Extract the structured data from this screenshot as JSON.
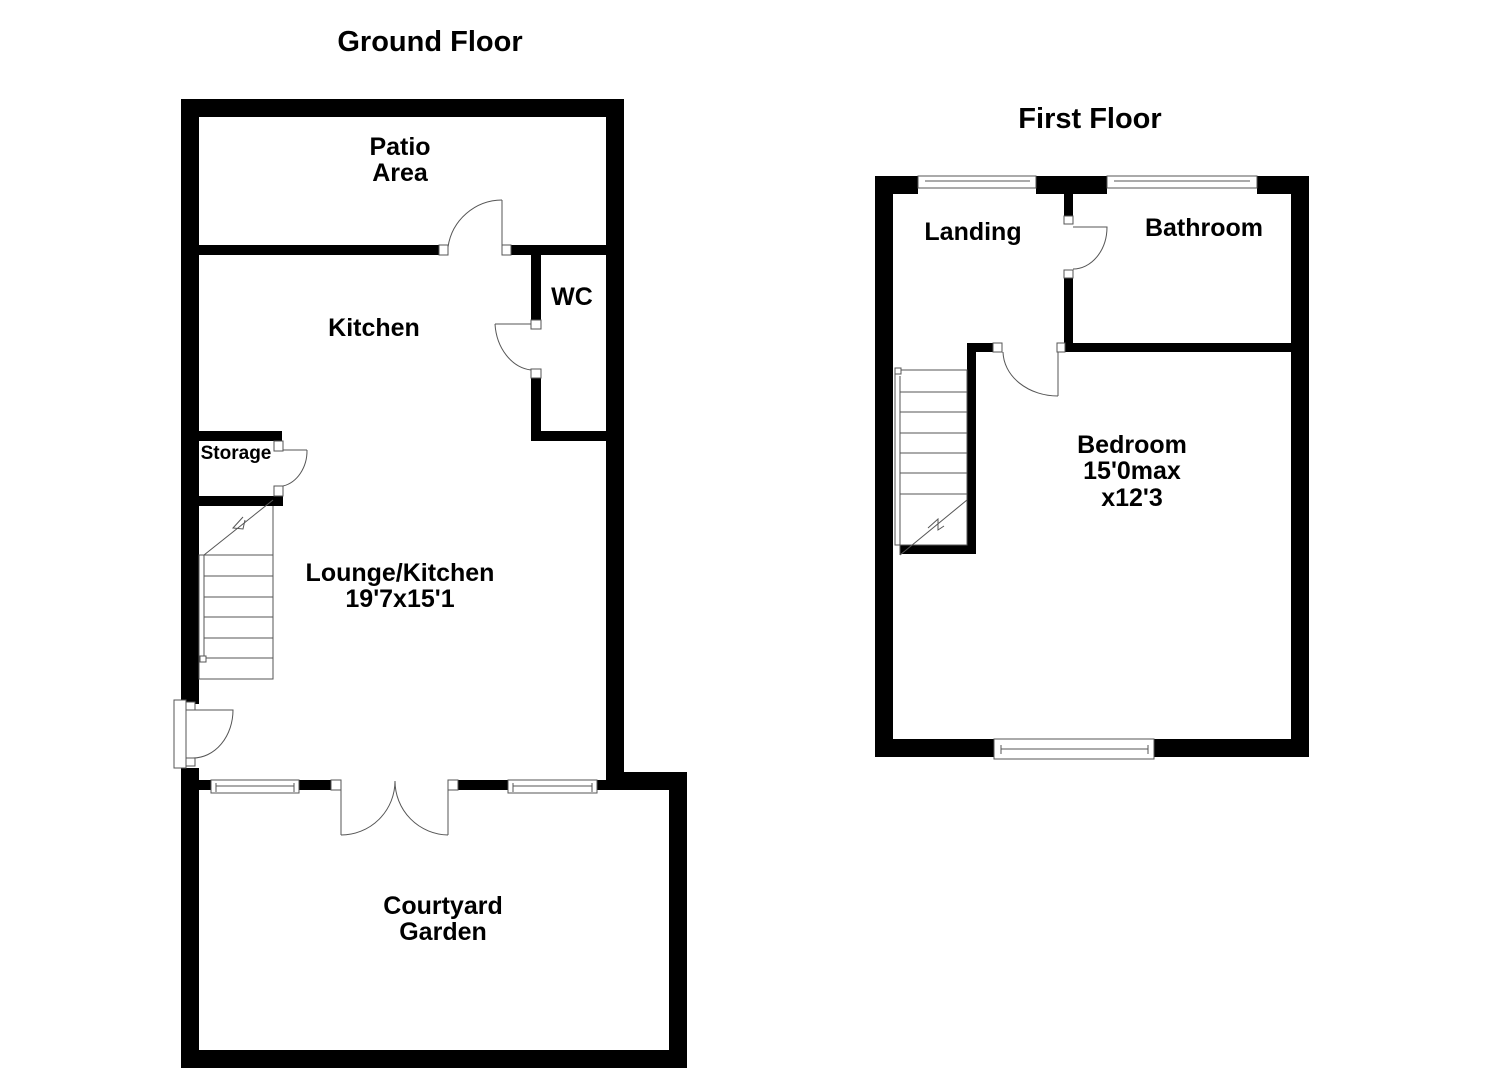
{
  "ground_floor": {
    "title": "Ground Floor",
    "rooms": {
      "patio": "Patio\nArea",
      "kitchen": "Kitchen",
      "wc": "WC",
      "storage": "Storage",
      "lounge": "Lounge/Kitchen\n19'7x15'1",
      "courtyard": "Courtyard\nGarden"
    }
  },
  "first_floor": {
    "title": "First Floor",
    "rooms": {
      "landing": "Landing",
      "bathroom": "Bathroom",
      "bedroom": "Bedroom\n15'0max\nx12'3"
    }
  },
  "colors": {
    "wall": "#000000",
    "line": "#555555",
    "background": "#ffffff"
  }
}
